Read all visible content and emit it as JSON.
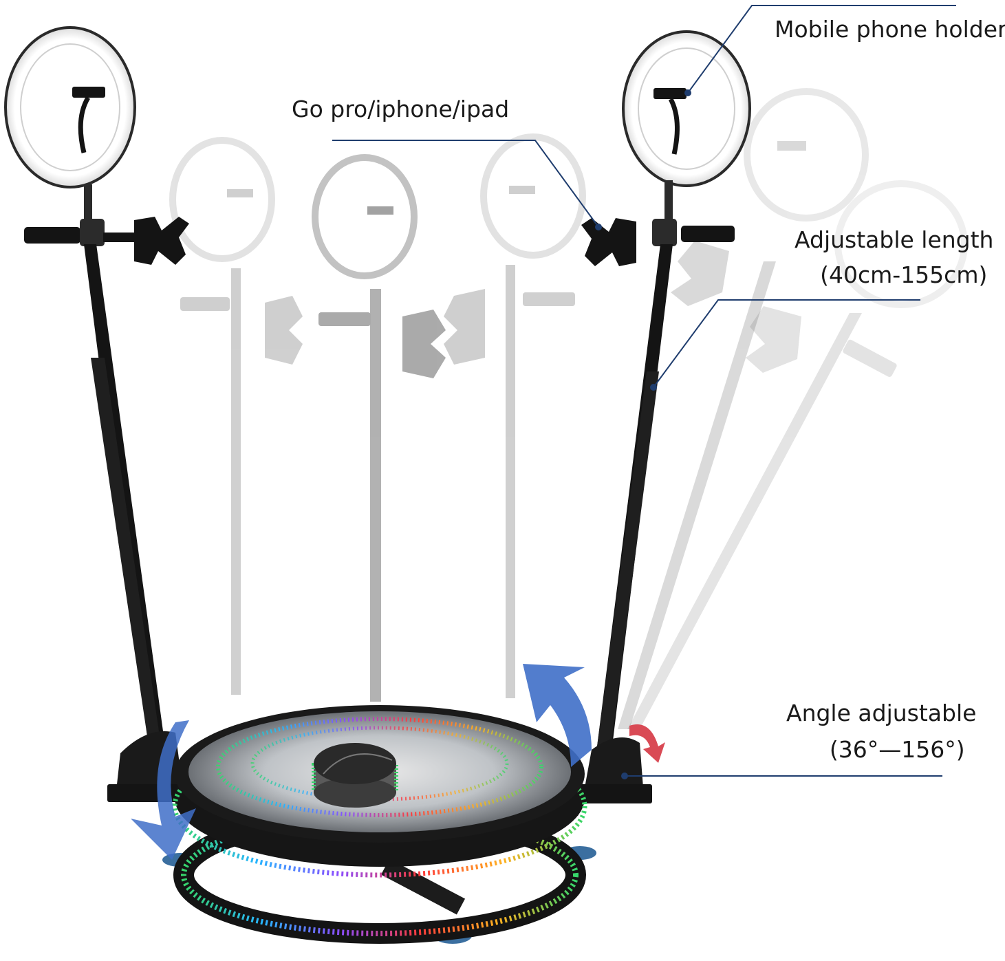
{
  "callouts": {
    "mobile_phone_holder": "Mobile phone holder",
    "go_pro": "Go pro/iphone/ipad",
    "adjustable_length": "Adjustable length",
    "length_range": "(40cm-155cm)",
    "angle_adjustable": "Angle adjustable",
    "angle_range": "(36°—156°)"
  },
  "colors": {
    "leader_line": "#1f3d6e",
    "pole_solid": "#141414",
    "pole_faded": "#c9c9c9",
    "arrow_blue": "#3f6fc8",
    "arrow_red": "#d94a55",
    "ring_led": [
      "#ff3b3b",
      "#ffb020",
      "#37d66b",
      "#27b5ff",
      "#8a4dff",
      "#ff4fd8"
    ]
  },
  "icons": [
    "ring-light-icon",
    "phone-clamp-icon",
    "tablet-clamp-icon",
    "rotate-arrow-icon",
    "angle-arrow-icon"
  ]
}
